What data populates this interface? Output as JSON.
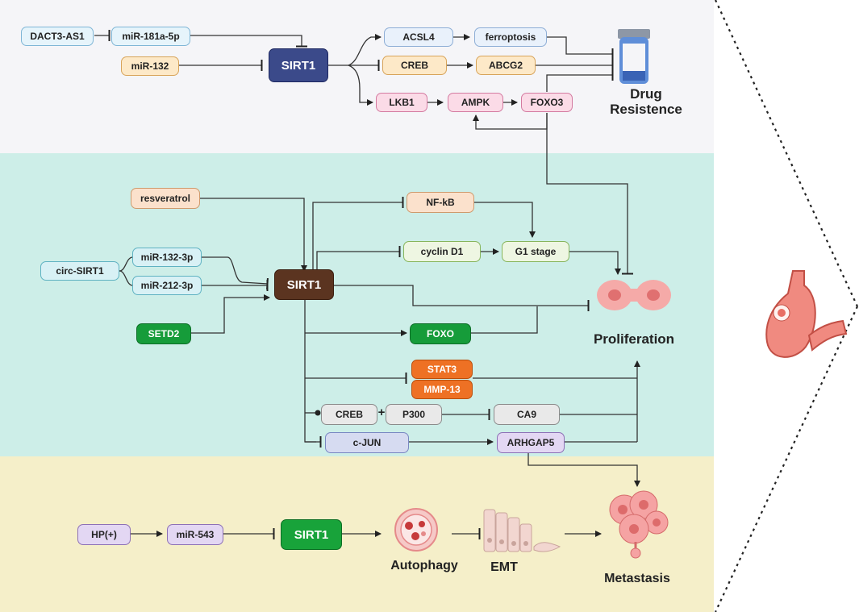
{
  "top": {
    "dact3": "DACT3-AS1",
    "mir181": "miR-181a-5p",
    "mir132": "miR-132",
    "sirt1": "SIRT1",
    "acsl4": "ACSL4",
    "ferroptosis": "ferroptosis",
    "creb": "CREB",
    "abcg2": "ABCG2",
    "lkb1": "LKB1",
    "ampk": "AMPK",
    "foxo3": "FOXO3",
    "drug_line1": "Drug",
    "drug_line2": "Resistence"
  },
  "middle": {
    "resveratrol": "resveratrol",
    "circ": "circ-SIRT1",
    "mir1323p": "miR-132-3p",
    "mir2123p": "miR-212-3p",
    "setd2": "SETD2",
    "sirt1": "SIRT1",
    "nfkb": "NF-kB",
    "cyclind1": "cyclin D1",
    "g1": "G1 stage",
    "foxo": "FOXO",
    "stat3": "STAT3",
    "mmp13": "MMP-13",
    "creb": "CREB",
    "p300": "P300",
    "plus": "+",
    "ca9": "CA9",
    "cjun": "c-JUN",
    "arhgap5": "ARHGAP5",
    "proliferation": "Proliferation"
  },
  "bottom": {
    "hp": "HP(+)",
    "mir543": "miR-543",
    "sirt1": "SIRT1",
    "autophagy": "Autophagy",
    "emt": "EMT",
    "metastasis": "Metastasis"
  },
  "colors": {
    "band_top": "#f5f5f8",
    "band_mid": "#cdeee8",
    "band_bot": "#f5efc9",
    "sirt1_top": "#3b4a8a",
    "sirt1_mid": "#5b3420",
    "sirt1_bot": "#18a33a",
    "stomach": "#f08a80"
  },
  "icons": [
    "pill-bottle-icon",
    "dividing-cell-icon",
    "autophagy-cell-icon",
    "epithelium-icon",
    "tumor-cluster-icon",
    "stomach-icon"
  ]
}
